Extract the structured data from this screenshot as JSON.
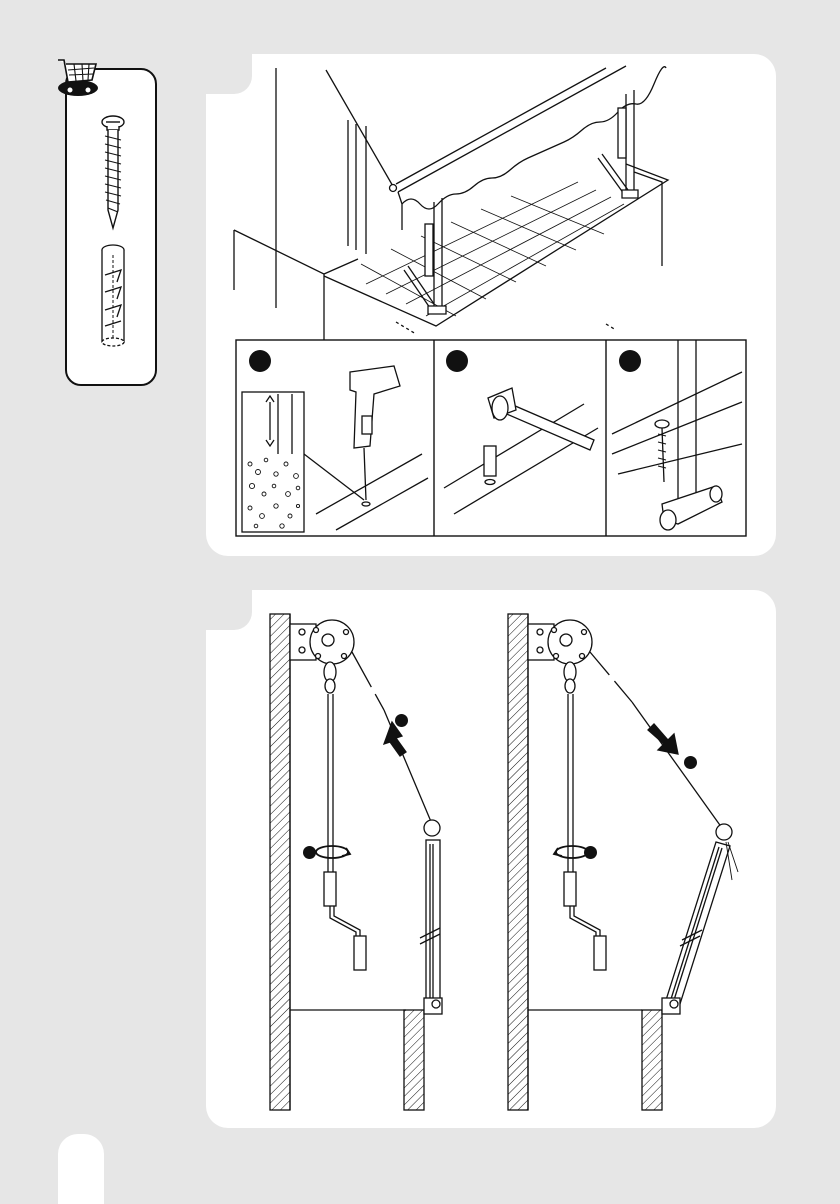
{
  "document": {
    "type": "assembly-instruction-page",
    "text_labels": []
  },
  "parts": {
    "items": [
      {
        "name": "screw",
        "icon": "screw-icon"
      },
      {
        "name": "wall-plug",
        "icon": "wall-plug-icon"
      }
    ],
    "header_icon": "shopping-cart-icon"
  },
  "panel_top": {
    "scene": "balcony-awning-installation",
    "sub_steps": [
      {
        "icon": "drill-icon",
        "action": "drill-hole"
      },
      {
        "icon": "hammer-icon",
        "action": "insert-plug"
      },
      {
        "icon": "screw-icon",
        "action": "fasten-post"
      }
    ]
  },
  "panel_bottom": {
    "scene": "crank-operated-awning-arm",
    "views": [
      {
        "state": "retract",
        "arrow": "up",
        "rotation": "clockwise"
      },
      {
        "state": "extend",
        "arrow": "down",
        "rotation": "counter-clockwise"
      }
    ]
  },
  "colors": {
    "background": "#e6e6e6",
    "panel": "#ffffff",
    "ink": "#111111"
  }
}
